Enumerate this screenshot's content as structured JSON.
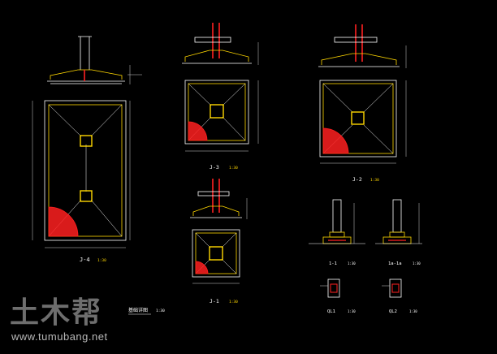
{
  "drawing": {
    "background": "#000000",
    "colors": {
      "frame": "#ffffff",
      "outline": "#ffd700",
      "column": "#ff2020",
      "hatch": "#ff2020",
      "dimension": "#cfcfcf",
      "label": "#ffffff",
      "label_accent": "#ffd700"
    },
    "views": {
      "j4": {
        "title": "J-4",
        "scale": "1:30"
      },
      "j3": {
        "title": "J-3",
        "scale": "1:30"
      },
      "j2": {
        "title": "J-2",
        "scale": "1:30"
      },
      "j1": {
        "title": "J-1",
        "scale": "1:30"
      }
    },
    "notes": {
      "detail_heading": "基础详图",
      "detail_scale": "1:30"
    },
    "sections": {
      "s11": {
        "title": "1-1",
        "scale": "1:30"
      },
      "s1a1a": {
        "title": "1a-1a",
        "scale": "1:30"
      },
      "ql1": {
        "title": "QL1",
        "scale": "1:30"
      },
      "ql2": {
        "title": "QL2",
        "scale": "1:30"
      }
    }
  },
  "watermark": {
    "brand_cn": "土木帮",
    "url": "www.tumubang.net"
  }
}
